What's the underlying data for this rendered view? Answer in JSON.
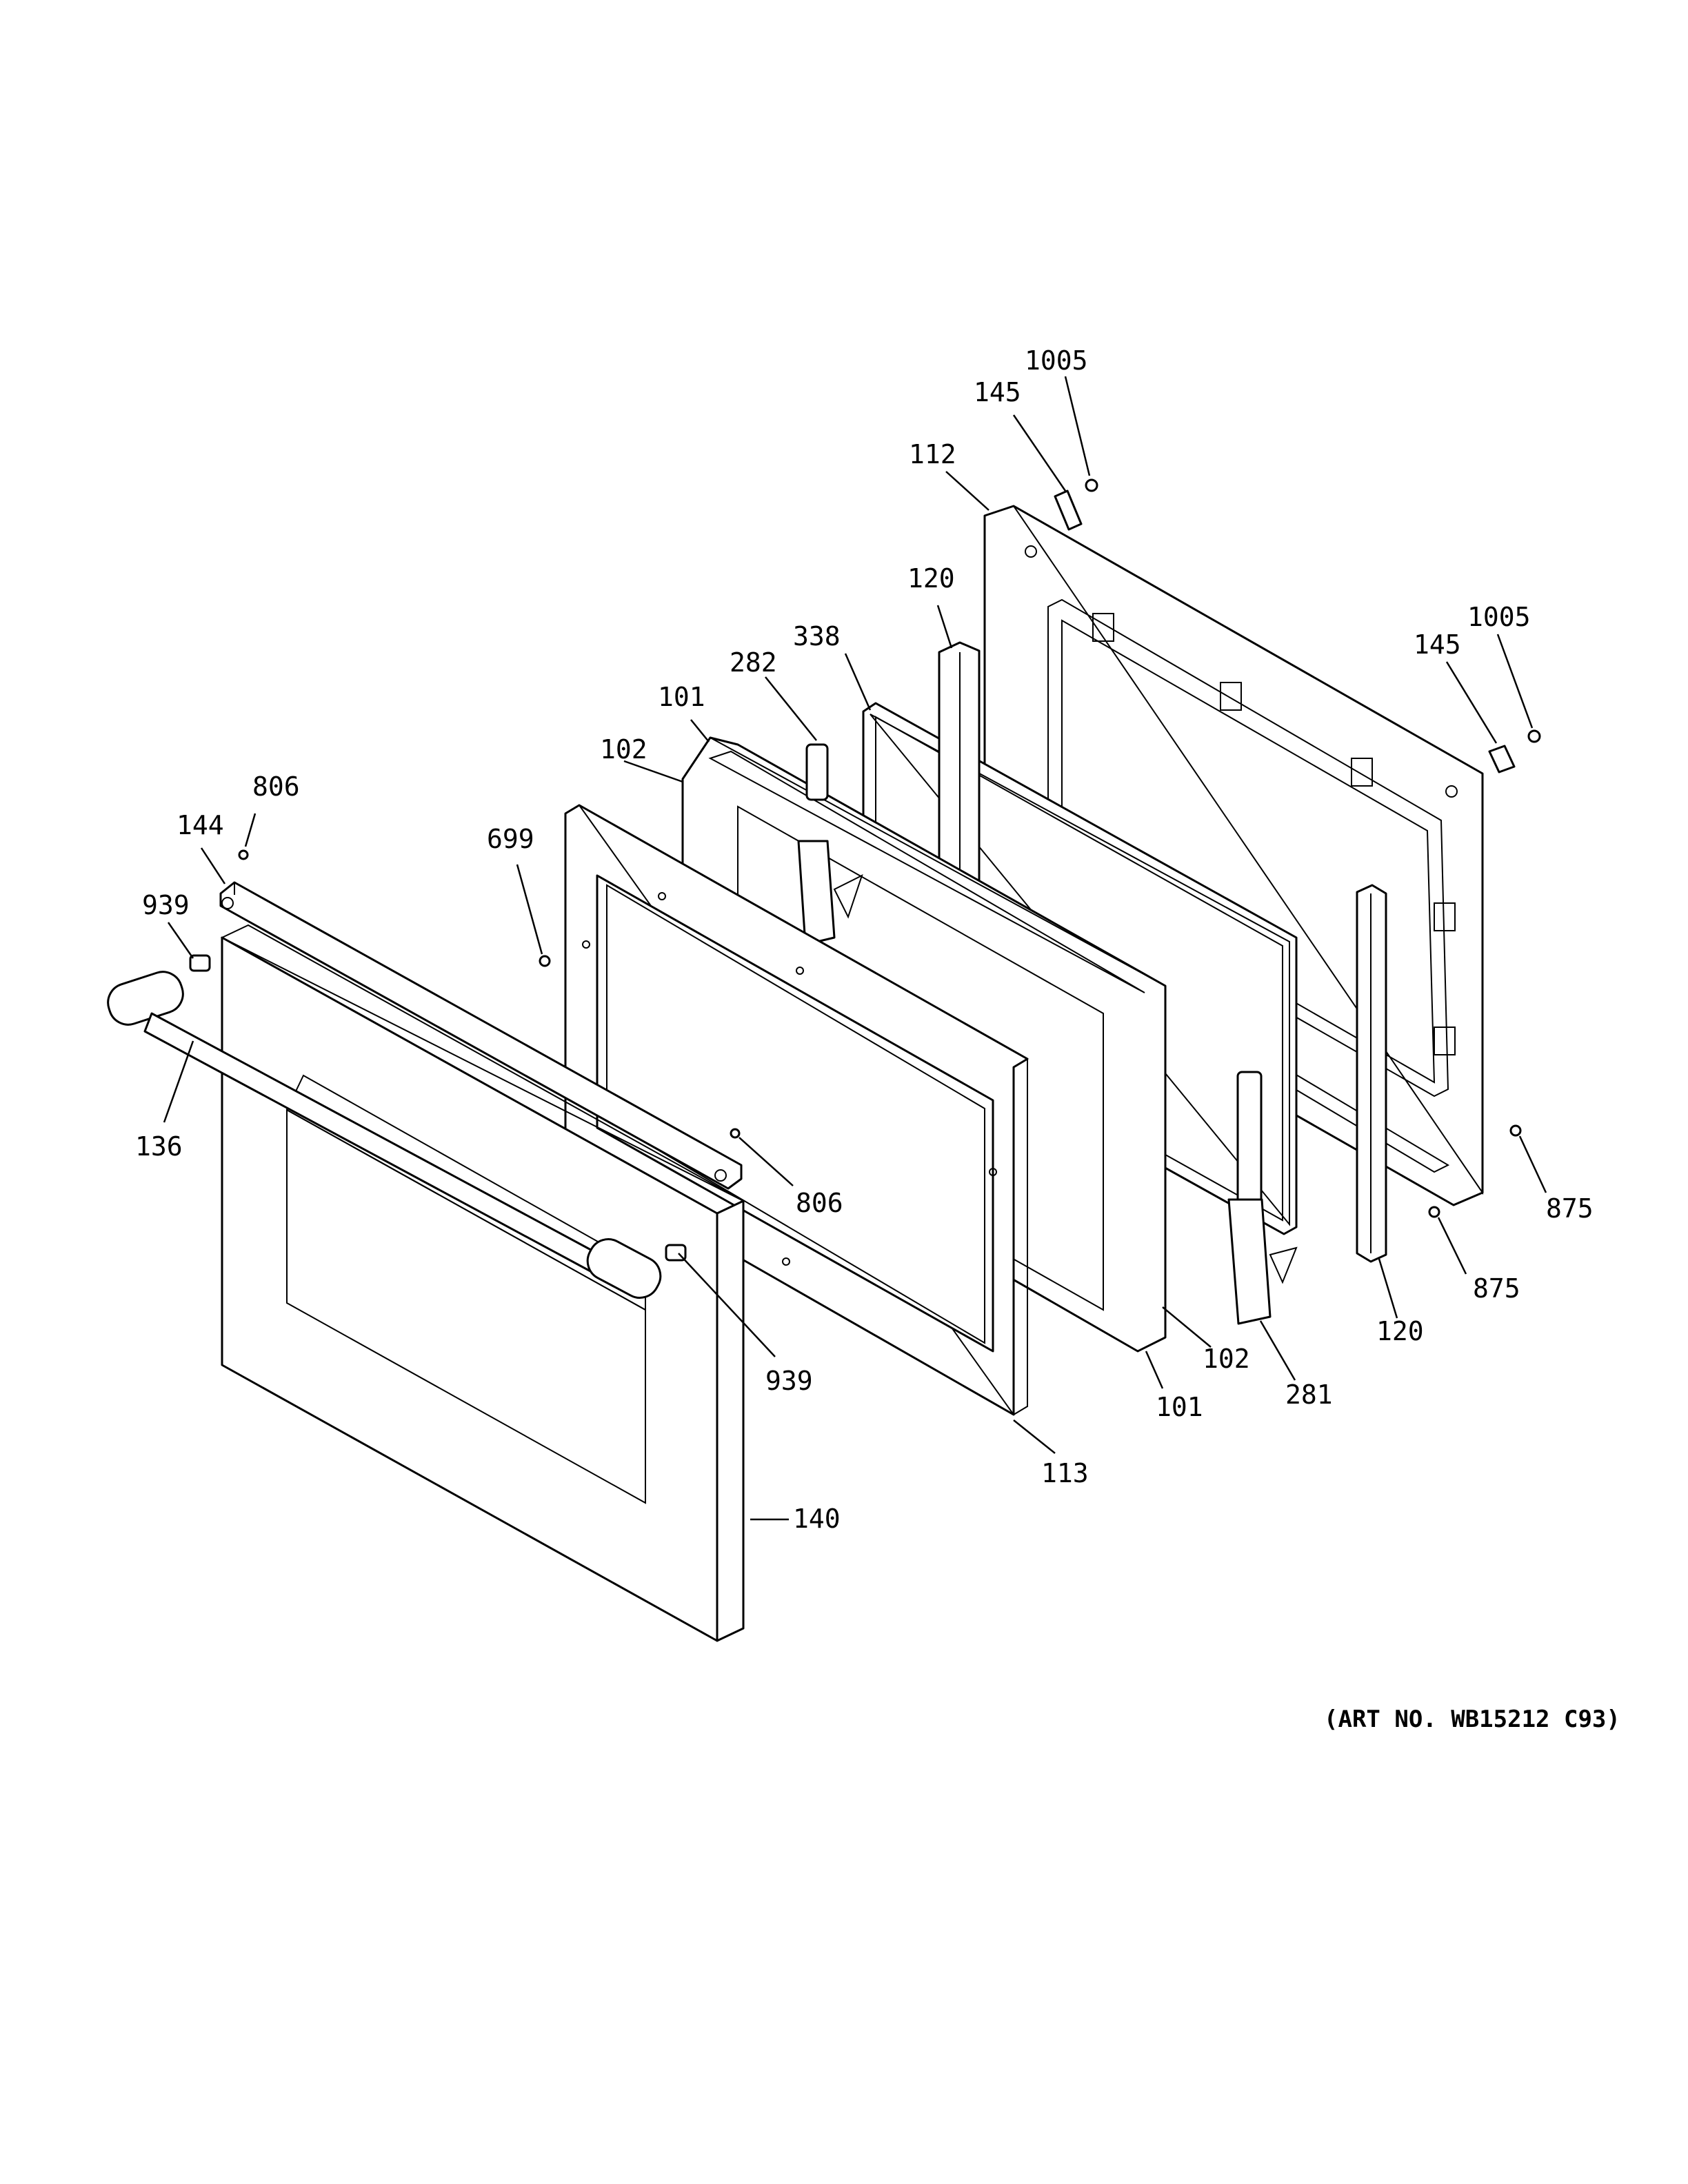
{
  "art_number": "(ART NO. WB15212 C93)",
  "callouts": [
    {
      "id": "c1005a",
      "text": "1005"
    },
    {
      "id": "c145a",
      "text": "145"
    },
    {
      "id": "c112",
      "text": "112"
    },
    {
      "id": "c120a",
      "text": "120"
    },
    {
      "id": "c1005b",
      "text": "1005"
    },
    {
      "id": "c145b",
      "text": "145"
    },
    {
      "id": "c338",
      "text": "338"
    },
    {
      "id": "c282",
      "text": "282"
    },
    {
      "id": "c101a",
      "text": "101"
    },
    {
      "id": "c102a",
      "text": "102"
    },
    {
      "id": "c806a",
      "text": "806"
    },
    {
      "id": "c144",
      "text": "144"
    },
    {
      "id": "c699",
      "text": "699"
    },
    {
      "id": "c939a",
      "text": "939"
    },
    {
      "id": "c136",
      "text": "136"
    },
    {
      "id": "c806b",
      "text": "806"
    },
    {
      "id": "c875a",
      "text": "875"
    },
    {
      "id": "c875b",
      "text": "875"
    },
    {
      "id": "c120b",
      "text": "120"
    },
    {
      "id": "c102b",
      "text": "102"
    },
    {
      "id": "c939b",
      "text": "939"
    },
    {
      "id": "c281",
      "text": "281"
    },
    {
      "id": "c101b",
      "text": "101"
    },
    {
      "id": "c113",
      "text": "113"
    },
    {
      "id": "c140",
      "text": "140"
    }
  ]
}
